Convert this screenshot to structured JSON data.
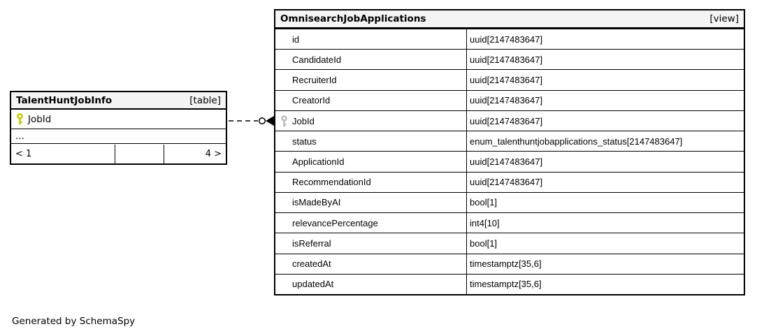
{
  "tables": {
    "left": {
      "title": "TalentHuntJobInfo",
      "type_label": "[table]",
      "key_column": "JobId",
      "ellipsis": "...",
      "footer": {
        "parents": "< 1",
        "middle": "",
        "children": "4 >"
      }
    },
    "right": {
      "title": "OmnisearchJobApplications",
      "type_label": "[view]",
      "columns": [
        {
          "name": "id",
          "type": "uuid[2147483647]"
        },
        {
          "name": "CandidateId",
          "type": "uuid[2147483647]"
        },
        {
          "name": "RecruiterId",
          "type": "uuid[2147483647]"
        },
        {
          "name": "CreatorId",
          "type": "uuid[2147483647]"
        },
        {
          "name": "JobId",
          "type": "uuid[2147483647]",
          "key": "foreign"
        },
        {
          "name": "status",
          "type": "enum_talenthuntjobapplications_status[2147483647]"
        },
        {
          "name": "ApplicationId",
          "type": "uuid[2147483647]"
        },
        {
          "name": "RecommendationId",
          "type": "uuid[2147483647]"
        },
        {
          "name": "isMadeByAI",
          "type": "bool[1]"
        },
        {
          "name": "relevancePercentage",
          "type": "int4[10]"
        },
        {
          "name": "isReferral",
          "type": "bool[1]"
        },
        {
          "name": "createdAt",
          "type": "timestamptz[35,6]"
        },
        {
          "name": "updatedAt",
          "type": "timestamptz[35,6]"
        }
      ]
    }
  },
  "relationship": {
    "from_table": "TalentHuntJobInfo",
    "from_column": "JobId",
    "to_table": "OmnisearchJobApplications",
    "to_column": "JobId",
    "line_style": "dashed",
    "end_symbol": "circle-arrow"
  },
  "footer_note": "Generated by SchemaSpy",
  "colors": {
    "primary_key_icon": "#c9c900",
    "foreign_key_icon": "#bcbcbc",
    "table_header_bg": "#f4f4f4",
    "border": "#000000",
    "background": "#ffffff"
  }
}
